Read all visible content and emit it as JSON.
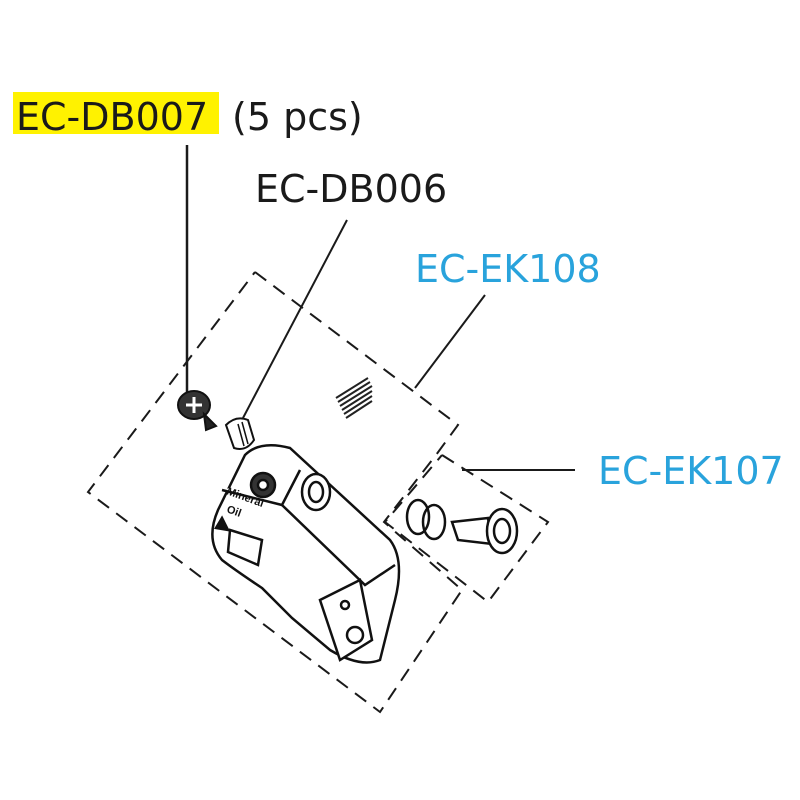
{
  "labels": {
    "ec_db007": {
      "part": "EC-DB007",
      "qty": "(5 pcs)"
    },
    "ec_db006": {
      "part": "EC-DB006"
    },
    "ec_ek108": {
      "part": "EC-EK108"
    },
    "ec_ek107": {
      "part": "EC-EK107"
    }
  },
  "illustration_text": {
    "line1": "Mineral",
    "line2": "Oil"
  },
  "colors": {
    "highlight": "#fff200",
    "blue_label": "#29a3dc",
    "black_label": "#1a1a1a"
  }
}
